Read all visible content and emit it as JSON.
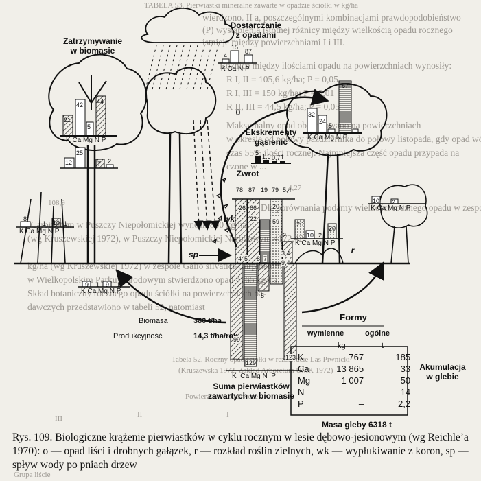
{
  "background_text": {
    "lines_right": [
      "wierdzono. II a, poszczególnymi kombinacjami prawdopodobieństwo",
      "(P) wystąpienia istotnej różnicy między wielkością opadu rocznego",
      "istnieje między powierzchniami I i III.",
      "Różnice między ilościami opadu na powierzchniach wynosiły:",
      "R I, II = 105,6 kg/ha; P = 0,05",
      "R I, III = 150 kg/ha; P = 0,01",
      "R II, III = 44,5 kg/ha; P = 0,05",
      "Maksymalny opad obserwowano na powierzchniach",
      "w okresie od połowy października do połowy listopada, gdy opad wów-",
      "czas 55% ilości rocznej. Najmniejsza część opadu przypada na",
      "czone w ..."
    ],
    "lines_lower": [
      "Dla porównania podamy wielkości rocznego opadu w zespołach",
      "-Carpinetum w Puszczy Niepołomickiej wynosił 800 kg/ha",
      "(wg Kruszewskiej 1972), w Puszczy Niepołomickiej Narodowym 4172,42",
      "kg/ha (wg Kruszewskiej 1972) w zespole Galio silvatici-Carpinetum",
      "w Wielkopolskim Parku Narodowym stwierdzono opad 4165 kg/ha.",
      "Skład botaniczny rocznego opadu ściółki na powierzchniach ba-",
      "dawczych przedstawiono w tabeli 52, natomiast"
    ],
    "top_left": "TABELA 53. Pierwiastki mineralne zawarte w opadzie ściółki w kg/ha",
    "right_edge_nums": [
      "4,27",
      "108,9"
    ],
    "table_note": "Tabela 52. Roczny opad ściółki w rezerwacie Las Piwnicki",
    "table_note2": "(Kruszewska 1972, Zakład Arboretum UMK 1972)",
    "table_head": "Powierzchnie badawcze",
    "table_cols": [
      "III",
      "II",
      "I"
    ],
    "bottom_left": "Grupa liście"
  },
  "diagram": {
    "labels": {
      "retention": "Zatrzymywanie\nw biomasie",
      "supply": "Dostarczanie\nz opadami",
      "excrement": "Ekskrementy\ngąsienic",
      "return": "Zwrot",
      "o_label": "0",
      "wk": "wk",
      "sp": "sp",
      "r_label": "r",
      "biomass": "Biomasa",
      "biomass_value": "380 t/ha",
      "productivity": "Produkcyjność",
      "productivity_value": "14,3 t/ha/rok",
      "sum": "Suma pierwiastków\nzawartych w biomasie",
      "accumulation": "Akumulacja\nw glebie",
      "forms": "Formy",
      "forms_sub_exch": "wymienne",
      "forms_sub_total": "ogólne",
      "unit_kg": "kg",
      "unit_t": "t",
      "soil_mass": "Masa gleby  6318 t"
    },
    "element_letters": [
      "K",
      "Ca",
      "Mg",
      "N",
      "P"
    ],
    "bar_groups": [
      {
        "id": "retention",
        "values": [
          "21",
          "42",
          "5",
          "44",
          ""
        ]
      },
      {
        "id": "retention-lower",
        "values": [
          "12",
          "25",
          "",
          "7",
          "2"
        ]
      },
      {
        "id": "supply",
        "values": [
          "4",
          "15",
          "",
          "87",
          ""
        ]
      },
      {
        "id": "excrement",
        "values": [
          "5",
          "1,6",
          "0,7",
          "1",
          ""
        ]
      },
      {
        "id": "return",
        "values": [
          "78",
          "87",
          "19",
          "79",
          "5,4"
        ]
      },
      {
        "id": "tree-right",
        "values": [
          "32",
          "24",
          "5",
          "67",
          ""
        ]
      },
      {
        "id": "shrub-left",
        "values": [
          "8",
          "1",
          "10",
          "1",
          ""
        ]
      },
      {
        "id": "shrub-right",
        "values": [
          "10",
          "2",
          "",
          "",
          ""
        ]
      },
      {
        "id": "herb-right",
        "values": [
          "26",
          "10",
          "2",
          "20",
          ""
        ]
      },
      {
        "id": "root-left",
        "values": [
          "9",
          "1",
          "9",
          "1",
          ""
        ]
      },
      {
        "id": "sum",
        "values": [
          "129",
          "99",
          "5",
          "",
          "123"
        ]
      }
    ],
    "return_inner_values": [
      "26",
      "66",
      "22",
      "20",
      "59",
      "2",
      "3,4",
      "9,4",
      "4",
      "5",
      "8",
      "7"
    ],
    "forms_table": [
      {
        "el": "K",
        "exch": "767",
        "total": "185"
      },
      {
        "el": "Ca",
        "exch": "13  865",
        "total": "33"
      },
      {
        "el": "Mg",
        "exch": "1  007",
        "total": "50"
      },
      {
        "el": "N",
        "exch": "",
        "total": "14"
      },
      {
        "el": "P",
        "exch": "–",
        "total": "2,2"
      }
    ]
  },
  "caption": "Rys. 109. Biologiczne krążenie pierwiastków w cyklu rocznym w lesie dębowo-jesionowym (wg Reichle’a 1970): o — opad liści i drobnych gałązek, r — rozkład roślin zielnych, wk — wypłukiwanie z koron, sp — spływ wody po pniach drzew"
}
